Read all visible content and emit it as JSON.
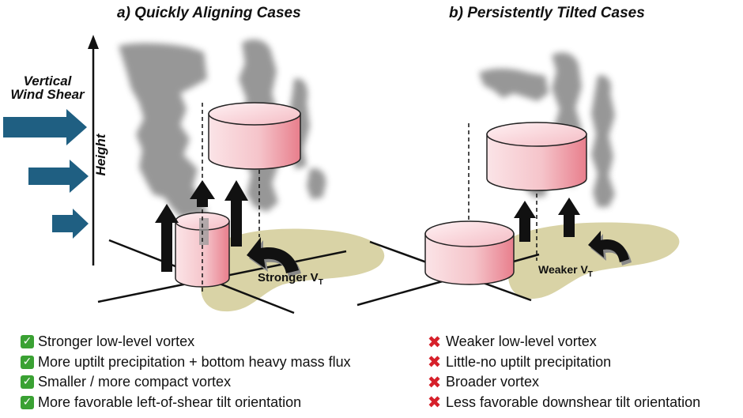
{
  "panel_a": {
    "title": "a) Quickly Aligning Cases",
    "vt_prefix": "Stronger V",
    "vt_sub": "T",
    "items": [
      "Stronger low-level vortex",
      "More uptilt precipitation + bottom heavy mass flux",
      "Smaller / more compact vortex",
      "More favorable left-of-shear tilt orientation"
    ]
  },
  "panel_b": {
    "title": "b) Persistently Tilted Cases",
    "vt_prefix": "Weaker V",
    "vt_sub": "T",
    "items": [
      "Weaker low-level vortex",
      "Little-no uptilt precipitation",
      "Broader vortex",
      "Less favorable downshear tilt orientation"
    ]
  },
  "axis": {
    "shear_line1": "Vertical",
    "shear_line2": "Wind Shear",
    "height": "Height"
  },
  "icons": {
    "check": "check-mark-icon",
    "cross": "cross-mark-icon"
  },
  "colors": {
    "shear_arrow": "#1f5f82",
    "vortex_fill": "#f3b5bd",
    "footprint": "#d9d3a6",
    "cloud": "#8c8c8c",
    "check": "#3aa133",
    "cross": "#d6202a"
  }
}
